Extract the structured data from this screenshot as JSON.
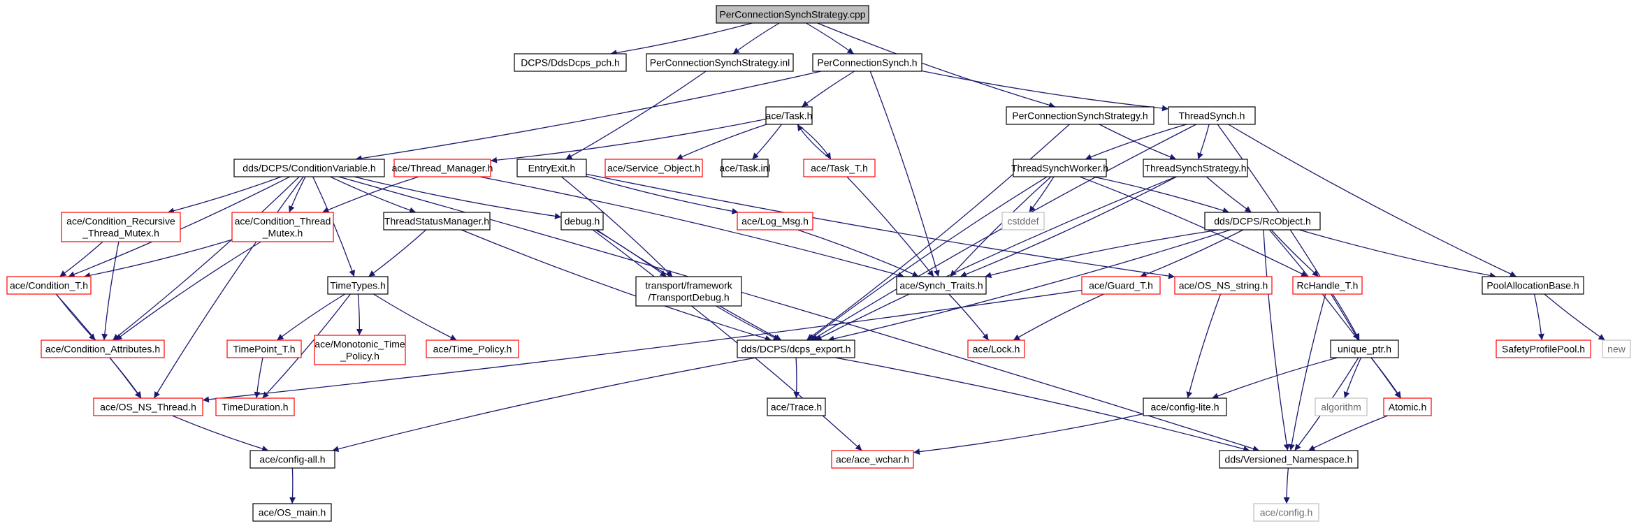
{
  "title": "PerConnectionSynchStrategy.cpp",
  "colors": {
    "edge": "#191970",
    "border_default": "#000000",
    "border_red": "#ff0000",
    "border_gray": "#bfbfbf",
    "root_fill": "#bfbfbf"
  },
  "nodes": [
    {
      "id": "root",
      "lines": [
        "PerConnectionSynchStrategy.cpp"
      ],
      "style": "root"
    },
    {
      "id": "ddsdcps_pch",
      "lines": [
        "DCPS/DdsDcps_pch.h"
      ],
      "style": "black"
    },
    {
      "id": "pcss_inl",
      "lines": [
        "PerConnectionSynchStrategy.inl"
      ],
      "style": "black"
    },
    {
      "id": "pcs_h",
      "lines": [
        "PerConnectionSynch.h"
      ],
      "style": "black"
    },
    {
      "id": "pcss_h",
      "lines": [
        "PerConnectionSynchStrategy.h"
      ],
      "style": "black"
    },
    {
      "id": "threadsynch",
      "lines": [
        "ThreadSynch.h"
      ],
      "style": "black"
    },
    {
      "id": "task",
      "lines": [
        "ace/Task.h"
      ],
      "style": "black"
    },
    {
      "id": "condvar",
      "lines": [
        "dds/DCPS/ConditionVariable.h"
      ],
      "style": "black"
    },
    {
      "id": "threadmgr",
      "lines": [
        "ace/Thread_Manager.h"
      ],
      "style": "red"
    },
    {
      "id": "entryexit",
      "lines": [
        "EntryExit.h"
      ],
      "style": "black"
    },
    {
      "id": "serviceobj",
      "lines": [
        "ace/Service_Object.h"
      ],
      "style": "red"
    },
    {
      "id": "taskinl",
      "lines": [
        "ace/Task.inl"
      ],
      "style": "black"
    },
    {
      "id": "taskt",
      "lines": [
        "ace/Task_T.h"
      ],
      "style": "red"
    },
    {
      "id": "tsworker",
      "lines": [
        "ThreadSynchWorker.h"
      ],
      "style": "black"
    },
    {
      "id": "tsstrategy",
      "lines": [
        "ThreadSynchStrategy.h"
      ],
      "style": "black"
    },
    {
      "id": "condrecmutex",
      "lines": [
        "ace/Condition_Recursive",
        "_Thread_Mutex.h"
      ],
      "style": "red"
    },
    {
      "id": "condthrmutex",
      "lines": [
        "ace/Condition_Thread",
        "_Mutex.h"
      ],
      "style": "red"
    },
    {
      "id": "tstatusmgr",
      "lines": [
        "ThreadStatusManager.h"
      ],
      "style": "black"
    },
    {
      "id": "debug",
      "lines": [
        "debug.h"
      ],
      "style": "black"
    },
    {
      "id": "cstddef",
      "lines": [
        "cstddef"
      ],
      "style": "gray"
    },
    {
      "id": "rcobject",
      "lines": [
        "dds/DCPS/RcObject.h"
      ],
      "style": "black"
    },
    {
      "id": "logmsg",
      "lines": [
        "ace/Log_Msg.h"
      ],
      "style": "red"
    },
    {
      "id": "condt",
      "lines": [
        "ace/Condition_T.h"
      ],
      "style": "red"
    },
    {
      "id": "timetypes",
      "lines": [
        "TimeTypes.h"
      ],
      "style": "black"
    },
    {
      "id": "transdebug",
      "lines": [
        "transport/framework",
        "/TransportDebug.h"
      ],
      "style": "black"
    },
    {
      "id": "synchtraits",
      "lines": [
        "ace/Synch_Traits.h"
      ],
      "style": "black"
    },
    {
      "id": "guardt",
      "lines": [
        "ace/Guard_T.h"
      ],
      "style": "red"
    },
    {
      "id": "osnsstring",
      "lines": [
        "ace/OS_NS_string.h"
      ],
      "style": "red"
    },
    {
      "id": "rchandle",
      "lines": [
        "RcHandle_T.h"
      ],
      "style": "red"
    },
    {
      "id": "poolalloc",
      "lines": [
        "PoolAllocationBase.h"
      ],
      "style": "black"
    },
    {
      "id": "condattr",
      "lines": [
        "ace/Condition_Attributes.h"
      ],
      "style": "red"
    },
    {
      "id": "timepoint",
      "lines": [
        "TimePoint_T.h"
      ],
      "style": "red"
    },
    {
      "id": "monotonic",
      "lines": [
        "ace/Monotonic_Time",
        "_Policy.h"
      ],
      "style": "red"
    },
    {
      "id": "timepolicy",
      "lines": [
        "ace/Time_Policy.h"
      ],
      "style": "red"
    },
    {
      "id": "dcpsexport",
      "lines": [
        "dds/DCPS/dcps_export.h"
      ],
      "style": "black"
    },
    {
      "id": "acelock",
      "lines": [
        "ace/Lock.h"
      ],
      "style": "red"
    },
    {
      "id": "uniqueptr",
      "lines": [
        "unique_ptr.h"
      ],
      "style": "black"
    },
    {
      "id": "safetypool",
      "lines": [
        "SafetyProfilePool.h"
      ],
      "style": "red"
    },
    {
      "id": "new",
      "lines": [
        "new"
      ],
      "style": "gray"
    },
    {
      "id": "osnsthread",
      "lines": [
        "ace/OS_NS_Thread.h"
      ],
      "style": "red"
    },
    {
      "id": "timeduration",
      "lines": [
        "TimeDuration.h"
      ],
      "style": "red"
    },
    {
      "id": "acetrace",
      "lines": [
        "ace/Trace.h"
      ],
      "style": "black"
    },
    {
      "id": "configlite",
      "lines": [
        "ace/config-lite.h"
      ],
      "style": "black"
    },
    {
      "id": "algorithm",
      "lines": [
        "algorithm"
      ],
      "style": "gray"
    },
    {
      "id": "atomic",
      "lines": [
        "Atomic.h"
      ],
      "style": "red"
    },
    {
      "id": "configall",
      "lines": [
        "ace/config-all.h"
      ],
      "style": "black"
    },
    {
      "id": "acewchar",
      "lines": [
        "ace/ace_wchar.h"
      ],
      "style": "red"
    },
    {
      "id": "versioned",
      "lines": [
        "dds/Versioned_Namespace.h"
      ],
      "style": "black"
    },
    {
      "id": "osmain",
      "lines": [
        "ace/OS_main.h"
      ],
      "style": "black"
    },
    {
      "id": "aceconfig",
      "lines": [
        "ace/config.h"
      ],
      "style": "gray"
    }
  ],
  "edges": [
    [
      "root",
      "ddsdcps_pch"
    ],
    [
      "root",
      "pcss_inl"
    ],
    [
      "root",
      "pcs_h"
    ],
    [
      "root",
      "pcss_h"
    ],
    [
      "pcss_inl",
      "entryexit"
    ],
    [
      "pcs_h",
      "task"
    ],
    [
      "pcs_h",
      "condvar"
    ],
    [
      "pcs_h",
      "threadsynch"
    ],
    [
      "pcs_h",
      "synchtraits"
    ],
    [
      "pcss_h",
      "tsstrategy"
    ],
    [
      "pcss_h",
      "dcpsexport"
    ],
    [
      "task",
      "serviceobj"
    ],
    [
      "task",
      "taskinl"
    ],
    [
      "task",
      "taskt"
    ],
    [
      "task",
      "threadmgr"
    ],
    [
      "taskt",
      "task"
    ],
    [
      "taskt",
      "synchtraits"
    ],
    [
      "threadsynch",
      "tsworker"
    ],
    [
      "threadsynch",
      "tsstrategy"
    ],
    [
      "threadsynch",
      "poolalloc"
    ],
    [
      "threadsynch",
      "uniqueptr"
    ],
    [
      "threadsynch",
      "dcpsexport"
    ],
    [
      "condvar",
      "condrecmutex"
    ],
    [
      "condvar",
      "condthrmutex"
    ],
    [
      "condvar",
      "condt"
    ],
    [
      "condvar",
      "tstatusmgr"
    ],
    [
      "condvar",
      "timetypes"
    ],
    [
      "condvar",
      "debug"
    ],
    [
      "condvar",
      "condattr"
    ],
    [
      "condvar",
      "osnsthread"
    ],
    [
      "condvar",
      "versioned"
    ],
    [
      "threadmgr",
      "condthrmutex"
    ],
    [
      "threadmgr",
      "synchtraits"
    ],
    [
      "entryexit",
      "logmsg"
    ],
    [
      "entryexit",
      "transdebug"
    ],
    [
      "entryexit",
      "osnsstring"
    ],
    [
      "tsworker",
      "cstddef"
    ],
    [
      "tsworker",
      "synchtraits"
    ],
    [
      "tsworker",
      "rcobject"
    ],
    [
      "tsworker",
      "dcpsexport"
    ],
    [
      "tsworker",
      "rchandle"
    ],
    [
      "tsstrategy",
      "rcobject"
    ],
    [
      "tsstrategy",
      "synchtraits"
    ],
    [
      "tsstrategy",
      "dcpsexport"
    ],
    [
      "condrecmutex",
      "condt"
    ],
    [
      "condrecmutex",
      "condattr"
    ],
    [
      "condthrmutex",
      "condt"
    ],
    [
      "condthrmutex",
      "condattr"
    ],
    [
      "tstatusmgr",
      "timetypes"
    ],
    [
      "tstatusmgr",
      "dcpsexport"
    ],
    [
      "debug",
      "transdebug"
    ],
    [
      "debug",
      "dcpsexport"
    ],
    [
      "debug",
      "acewchar"
    ],
    [
      "rcobject",
      "synchtraits"
    ],
    [
      "rcobject",
      "guardt"
    ],
    [
      "rcobject",
      "rchandle"
    ],
    [
      "rcobject",
      "atomic"
    ],
    [
      "rcobject",
      "poolalloc"
    ],
    [
      "rcobject",
      "dcpsexport"
    ],
    [
      "rcobject",
      "versioned"
    ],
    [
      "logmsg",
      "synchtraits"
    ],
    [
      "condt",
      "condattr"
    ],
    [
      "condt",
      "osnsthread"
    ],
    [
      "timetypes",
      "timepoint"
    ],
    [
      "timetypes",
      "monotonic"
    ],
    [
      "timetypes",
      "timepolicy"
    ],
    [
      "timetypes",
      "timeduration"
    ],
    [
      "transdebug",
      "dcpsexport"
    ],
    [
      "synchtraits",
      "acelock"
    ],
    [
      "guardt",
      "acelock"
    ],
    [
      "guardt",
      "osnsthread"
    ],
    [
      "osnsstring",
      "configlite"
    ],
    [
      "rchandle",
      "uniqueptr"
    ],
    [
      "rchandle",
      "versioned"
    ],
    [
      "poolalloc",
      "safetypool"
    ],
    [
      "poolalloc",
      "new"
    ],
    [
      "condattr",
      "osnsthread"
    ],
    [
      "timepoint",
      "timeduration"
    ],
    [
      "dcpsexport",
      "acetrace"
    ],
    [
      "dcpsexport",
      "configall"
    ],
    [
      "dcpsexport",
      "versioned"
    ],
    [
      "uniqueptr",
      "algorithm"
    ],
    [
      "uniqueptr",
      "atomic"
    ],
    [
      "uniqueptr",
      "configlite"
    ],
    [
      "uniqueptr",
      "versioned"
    ],
    [
      "osnsthread",
      "configall"
    ],
    [
      "configlite",
      "acewchar"
    ],
    [
      "atomic",
      "versioned"
    ],
    [
      "configall",
      "osmain"
    ],
    [
      "versioned",
      "aceconfig"
    ]
  ]
}
